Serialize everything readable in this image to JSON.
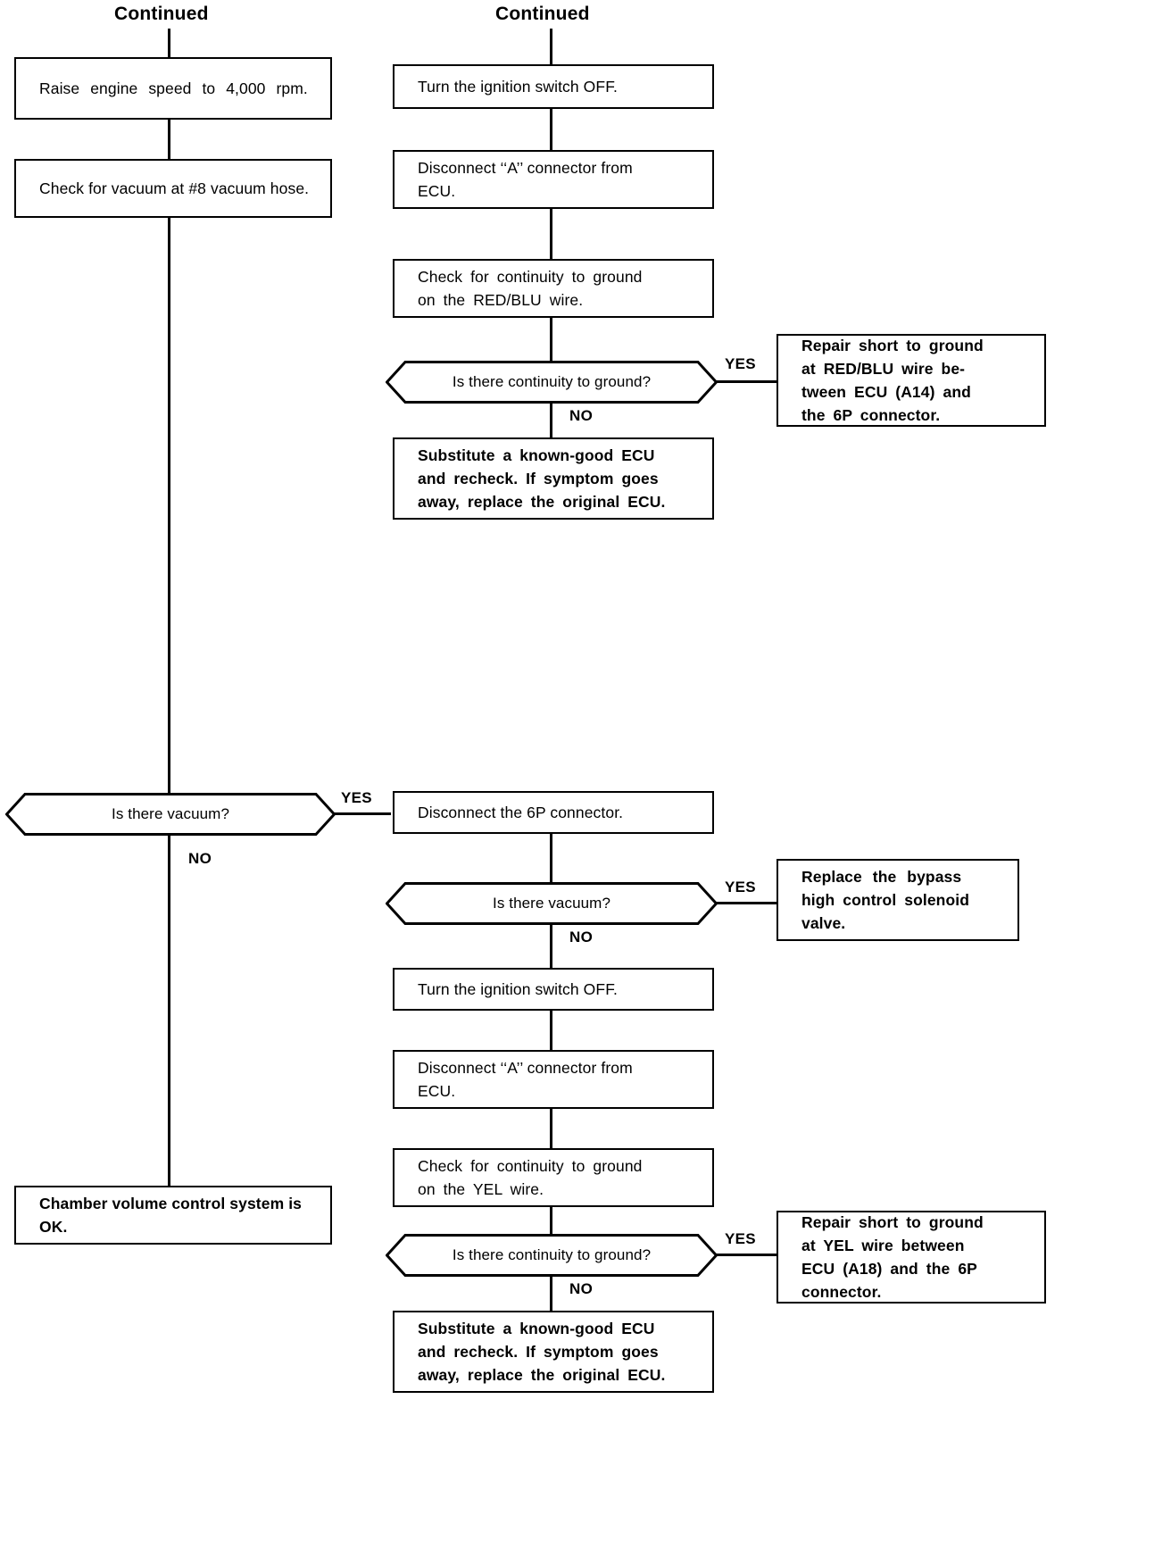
{
  "diagram": {
    "type": "troubleshooting-flowchart",
    "title": "Chamber volume control system troubleshooting",
    "line_color": "#000000",
    "background_color": "#ffffff"
  },
  "headers": {
    "left_continued": "Continued",
    "right_continued": "Continued"
  },
  "branch_labels": {
    "yes": "YES",
    "no": "NO"
  },
  "left_column": {
    "step_raise_rpm": "Raise engine speed to 4,000 rpm.",
    "step_check_vacuum": "Check for vacuum at #8 vacuum hose.",
    "decision_vacuum": "Is there vacuum?",
    "decision_vacuum_yes": "YES",
    "decision_vacuum_no": "NO",
    "result_ok": "Chamber volume control system is OK."
  },
  "right_column": {
    "step_ignition_off_1": "Turn the ignition switch OFF.",
    "step_disconnect_a_1_line1": "Disconnect ‘‘A’’ connector from",
    "step_disconnect_a_1_line2": "ECU.",
    "step_check_continuity_redblu_line1": "Check for continuity to ground",
    "step_check_continuity_redblu_line2": "on the RED/BLU wire.",
    "decision_continuity_1": "Is there continuity to ground?",
    "decision_continuity_1_yes": "YES",
    "decision_continuity_1_no": "NO",
    "repair_redblu_line1": "Repair short to ground",
    "repair_redblu_line2": "at RED/BLU wire be-",
    "repair_redblu_line3": "tween ECU (A14) and",
    "repair_redblu_line4": "the 6P connector.",
    "substitute_ecu_1_line1": "Substitute a known-good ECU",
    "substitute_ecu_1_line2": "and recheck. If symptom goes",
    "substitute_ecu_1_line3": "away, replace the original ECU.",
    "step_disconnect_6p": "Disconnect the 6P connector.",
    "decision_vacuum_2": "Is there vacuum?",
    "decision_vacuum_2_yes": "YES",
    "decision_vacuum_2_no": "NO",
    "replace_bypass_line1": "Replace the bypass",
    "replace_bypass_line2": "high control solenoid",
    "replace_bypass_line3": "valve.",
    "step_ignition_off_2": "Turn the ignition switch OFF.",
    "step_disconnect_a_2_line1": "Disconnect ‘‘A’’ connector from",
    "step_disconnect_a_2_line2": "ECU.",
    "step_check_continuity_yel_line1": "Check for continuity to ground",
    "step_check_continuity_yel_line2": "on the YEL wire.",
    "decision_continuity_2": "Is there continuity to ground?",
    "decision_continuity_2_yes": "YES",
    "decision_continuity_2_no": "NO",
    "repair_yel_line1": "Repair short to ground",
    "repair_yel_line2": "at YEL wire between",
    "repair_yel_line3": "ECU (A18) and the 6P",
    "repair_yel_line4": "connector.",
    "substitute_ecu_2_line1": "Substitute a known-good ECU",
    "substitute_ecu_2_line2": "and recheck. If symptom goes",
    "substitute_ecu_2_line3": "away, replace the original ECU."
  }
}
